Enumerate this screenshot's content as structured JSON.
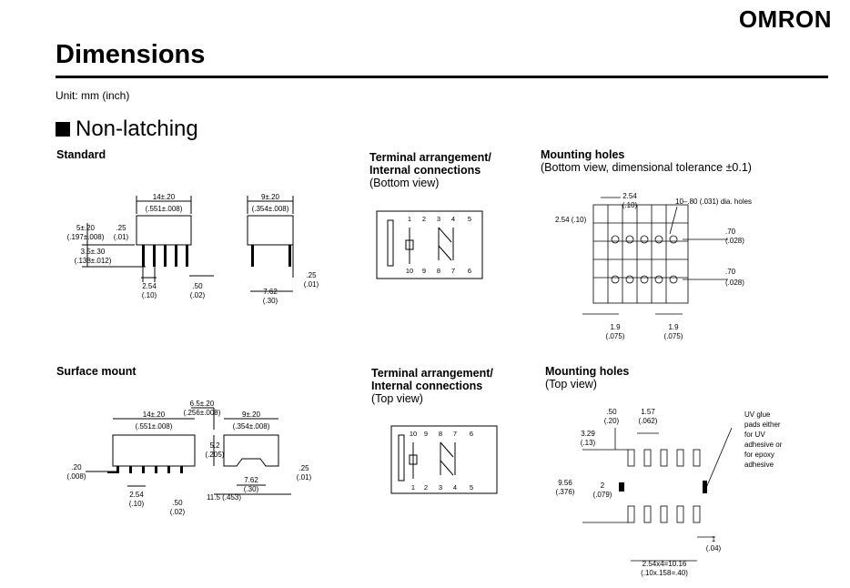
{
  "brand": "OMRON",
  "title": "Dimensions",
  "unit": "Unit: mm (inch)",
  "section": "Non-latching",
  "panels": {
    "standard": {
      "heading": "Standard",
      "dims": {
        "w_front": "14±.20",
        "w_front_in": "(.551±.008)",
        "w_side": "9±.20",
        "w_side_in": "(.354±.008)",
        "h_body": "5±.20",
        "h_body_in": "(.197±.008)",
        "h_tab": ".25",
        "h_tab_in": "(.01)",
        "h_pin": "3.5±.30",
        "h_pin_in": "(.138±.012)",
        "pitch": "2.54",
        "pitch_in": "(.10)",
        "pinw": ".50",
        "pinw_in": "(.02)",
        "row": "7.62",
        "row_in": "(.30)",
        "pin_t": ".25",
        "pin_t_in": "(.01)"
      }
    },
    "term_bottom": {
      "heading_1": "Terminal arrangement/",
      "heading_2": "Internal connections",
      "sub": "(Bottom view)",
      "pins_top": [
        "1",
        "2",
        "3",
        "4",
        "5"
      ],
      "pins_bottom": [
        "10",
        "9",
        "8",
        "7",
        "6"
      ]
    },
    "holes_bottom": {
      "heading": "Mounting holes",
      "sub": "(Bottom view, dimensional tolerance ±0.1)",
      "dims": {
        "pitch": "2.54",
        "pitch_in": "(.10)",
        "side": "2.54 (.10)",
        "holes": "10–.80 (.031) dia. holes",
        "r1": ".70",
        "r1_in": "(.028)",
        "r2": ".70",
        "r2_in": "(.028)",
        "b1": "1.9",
        "b1_in": "(.075)",
        "b2": "1.9",
        "b2_in": "(.075)"
      }
    },
    "surface": {
      "heading": "Surface mount",
      "dims": {
        "w_front": "14±.20",
        "w_front_in": "(.551±.008)",
        "depth": "6.5±.20",
        "depth_in": "(.256±.008)",
        "w_side": "9±.20",
        "w_side_in": "(.354±.008)",
        "h": "5.2",
        "h_in": "(.205)",
        "lead": ".20",
        "lead_in": "(.008)",
        "pitch": "2.54",
        "pitch_in": "(.10)",
        "pinw": ".50",
        "pinw_in": "(.02)",
        "row": "7.62",
        "row_in": "(.30)",
        "span": "11.5 (.453)",
        "t": ".25",
        "t_in": "(.01)"
      }
    },
    "term_top": {
      "heading_1": "Terminal arrangement/",
      "heading_2": "Internal connections",
      "sub": "(Top view)",
      "pins_top": [
        "10",
        "9",
        "8",
        "7",
        "6"
      ],
      "pins_bottom": [
        "1",
        "2",
        "3",
        "4",
        "5"
      ]
    },
    "holes_top": {
      "heading": "Mounting holes",
      "sub": "(Top view)",
      "note": [
        "UV glue",
        "pads either",
        "for UV",
        "adhesive or",
        "for epoxy",
        "adhesive"
      ],
      "dims": {
        "a": ".50",
        "a_in": "(.20)",
        "b": "1.57",
        "b_in": "(.062)",
        "c": "3.29",
        "c_in": "(.13)",
        "d": "9.56",
        "d_in": "(.376)",
        "e": "2",
        "e_in": "(.079)",
        "f": "1",
        "f_in": "(.04)",
        "g": "2.54x4=10.16",
        "g_in": "(.10x.158=.40)"
      }
    }
  }
}
